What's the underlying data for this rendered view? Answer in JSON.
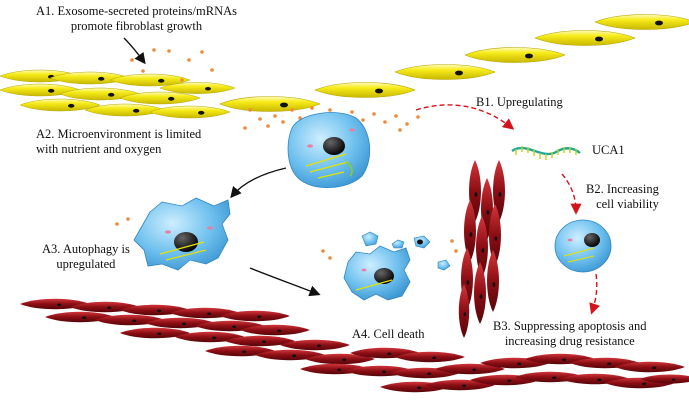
{
  "labels": {
    "a1_line1": "A1. Exosome-secreted proteins/mRNAs",
    "a1_line2": "promote fibroblast growth",
    "a2_line1": "A2. Microenvironment is limited",
    "a2_line2": "with nutrient and oxygen",
    "a3_line1": "A3. Autophagy is",
    "a3_line2": "upregulated",
    "a4": "A4. Cell death",
    "b1": "B1. Upregulating",
    "uca1": "UCA1",
    "b2_line1": "B2. Increasing",
    "b2_line2": "cell viability",
    "b3_line1": "B3. Suppressing apoptosis and",
    "b3_line2": "increasing drug resistance"
  },
  "colors": {
    "fibroblast": "#f5e400",
    "muscle": "#8b0e14",
    "cell": "#5fb3e6",
    "nucleus": "#111111",
    "exosome": "#f08a3c",
    "red_arrow": "#d4141b",
    "black_arrow": "#111111",
    "rna_strand": "#1fa6a0",
    "rna_bases": "#c7d400"
  },
  "icons": [
    "fibroblast-layer",
    "smooth-muscle-layer",
    "tumor-cell",
    "autophagic-cell",
    "dying-cell",
    "uca1-rna",
    "exosome-particles"
  ]
}
